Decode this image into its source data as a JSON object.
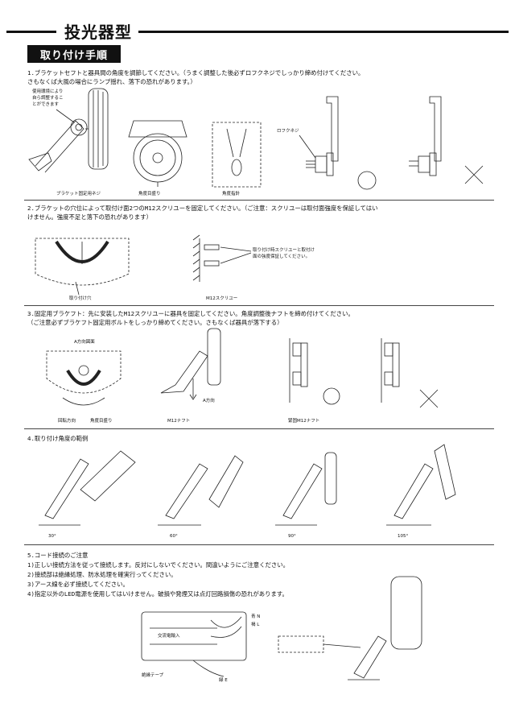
{
  "header": {
    "title": "投光器型",
    "section_badge": "取り付け手順"
  },
  "step1": {
    "line1": "1.ブラケットセフトと器具間の角度を調節してください。（うまく調整した後必ずロフクネジでしっかり締め付けてください。",
    "line2": "さもなくば大風の場合にランプ揺れ、落下の恐れがあります。）",
    "note_l1": "使用環境により",
    "note_l2": "自ら調整するこ",
    "note_l3": "とができます",
    "label_bolt": "ブラケット固定用ネジ",
    "label_scale": "角度目盛り",
    "label_pointer": "角度指針",
    "label_lock": "ロフクネジ"
  },
  "step2": {
    "line1": "2.ブラケットの穴位によって取付け面2つのM12スクリユーを固定してください。（ご注意：スクリユーは取付面強度を保証してはい",
    "line2": "けません。強度不足と落下の恐れがあります）",
    "label_hole": "取り付け穴",
    "label_screw": "M12スクリユー",
    "note_l1": "取り付け時スクリユーと取付け",
    "note_l2": "面の強度保証してください。"
  },
  "step3": {
    "line1": "3.固定用ブラケフト：先に安装したM12スクリユーに器具を固定してください。角度調整後ナフトを締め付けてください。",
    "line2": "（ご注意必ずブラケフト固定用ボルトをしっかり締めてください。さもなくば器具が落下する）",
    "label_view": "A方向図面",
    "label_rotate": "回転方向",
    "label_scale": "角度目盛り",
    "label_nut": "M12ナフト",
    "label_dir": "A方向",
    "label_fasten": "緊固M12ナフト"
  },
  "step4": {
    "title": "4.取り付け角度の範例",
    "angles": [
      "30°",
      "60°",
      "90°",
      "105°"
    ]
  },
  "step5": {
    "title": "5.コード接続のご注意",
    "items": [
      "1)正しい接続方法を従って接続します。反対にしないでください。間違いようにご注意ください。",
      "2)接続部は絶縁処理、防水処理を確実行ってください。",
      "3)アース線を必ず接続してください。",
      "4)指定以外のLED電源を使用してはいけません。破損や発煙又は点灯回路損傷の恐れがあります。"
    ],
    "label_ac": "交流電輸入",
    "label_blue": "青 N",
    "label_brown": "褐 L",
    "label_tape": "絶縁テープ",
    "label_green": "緑 E"
  }
}
